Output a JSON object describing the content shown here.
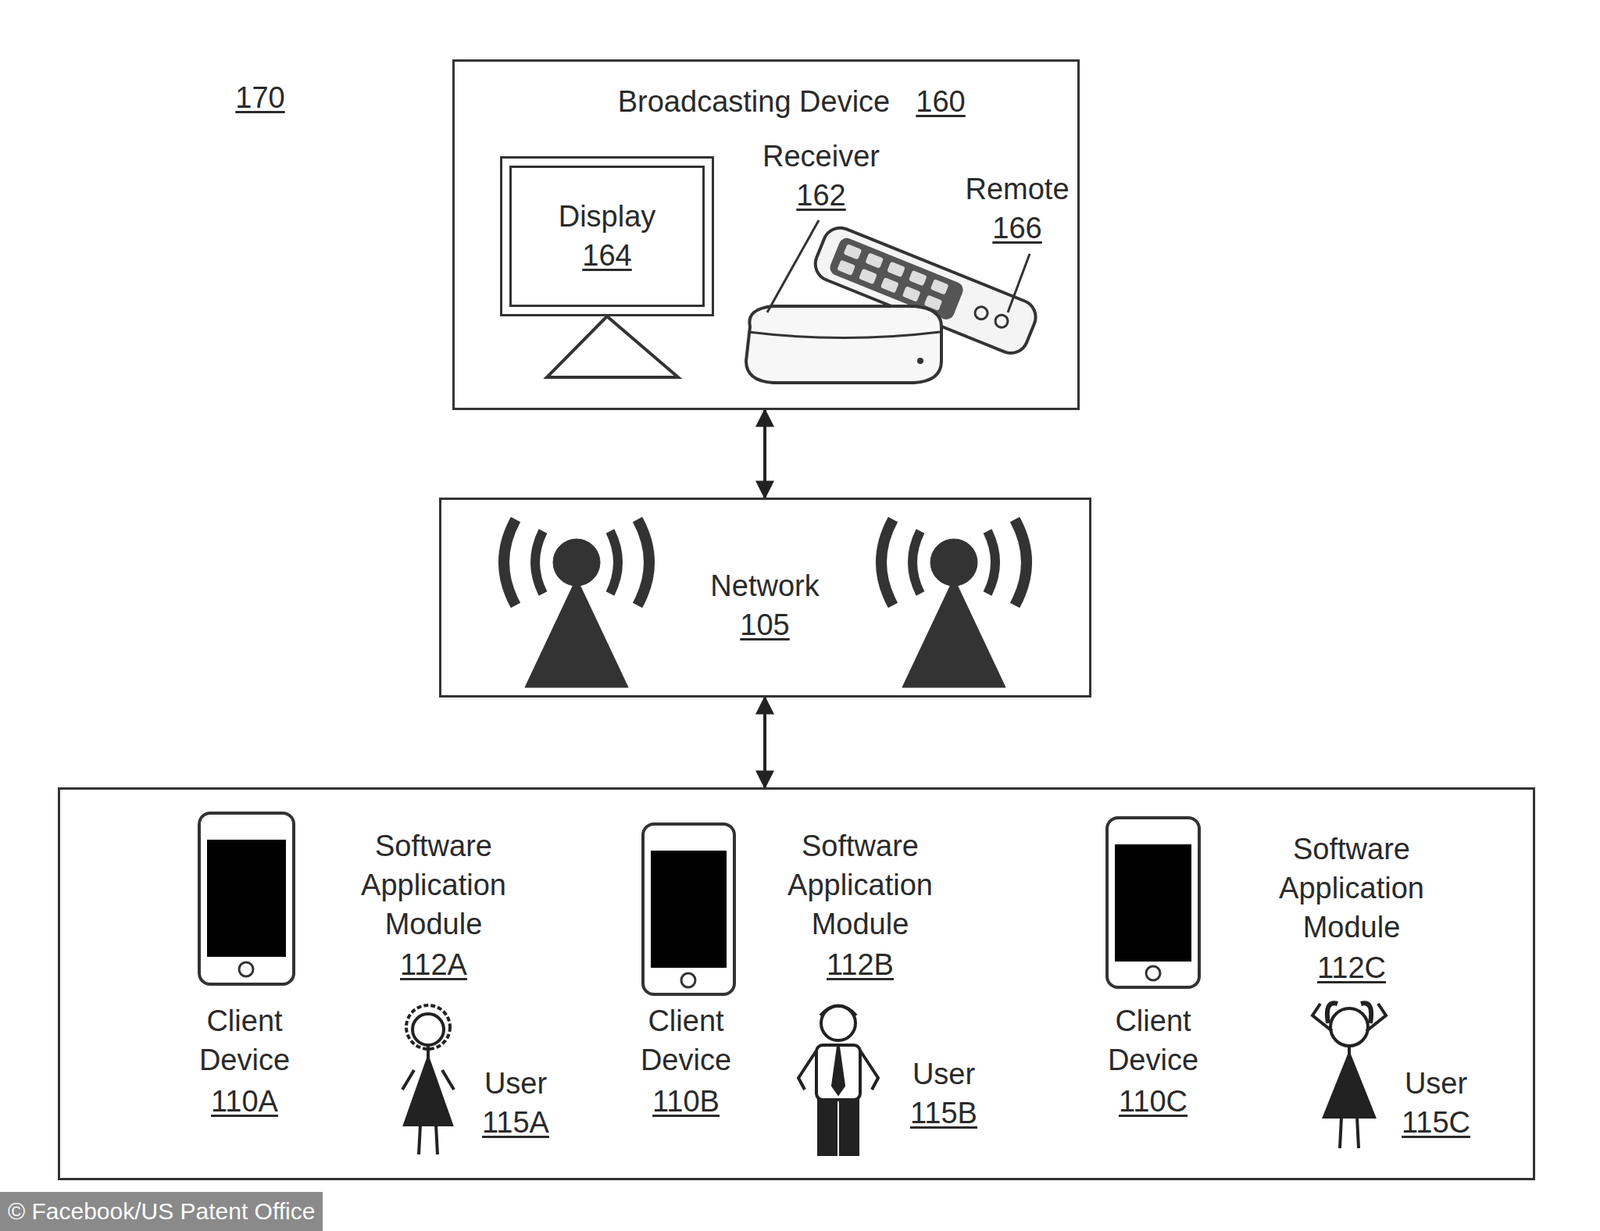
{
  "diagram": {
    "nodes": [
      {
        "text": [
          "Broadcasting Device",
          "160"
        ]
      },
      {
        "text": [
          "Display",
          "164"
        ],
        "in": 0
      },
      {
        "text": [
          "Network",
          "105"
        ]
      },
      {
        "text": [
          "Client Device",
          "110A",
          "Software Application Module",
          "112A",
          "User",
          "115A",
          "Client Device",
          "110B",
          "Software Application Module",
          "112B",
          "User",
          "115B",
          "Client Device",
          "110C",
          "Software Application Module",
          "112C",
          "User",
          "115C"
        ]
      }
    ],
    "edges": [
      {
        "from": 0,
        "to": 2,
        "arrow": "both"
      },
      {
        "from": 2,
        "to": 3,
        "arrow": "both"
      }
    ],
    "labels": [
      "170",
      "Receiver",
      "162",
      "Remote",
      "166",
      "© Facebook/US Patent Office"
    ]
  }
}
